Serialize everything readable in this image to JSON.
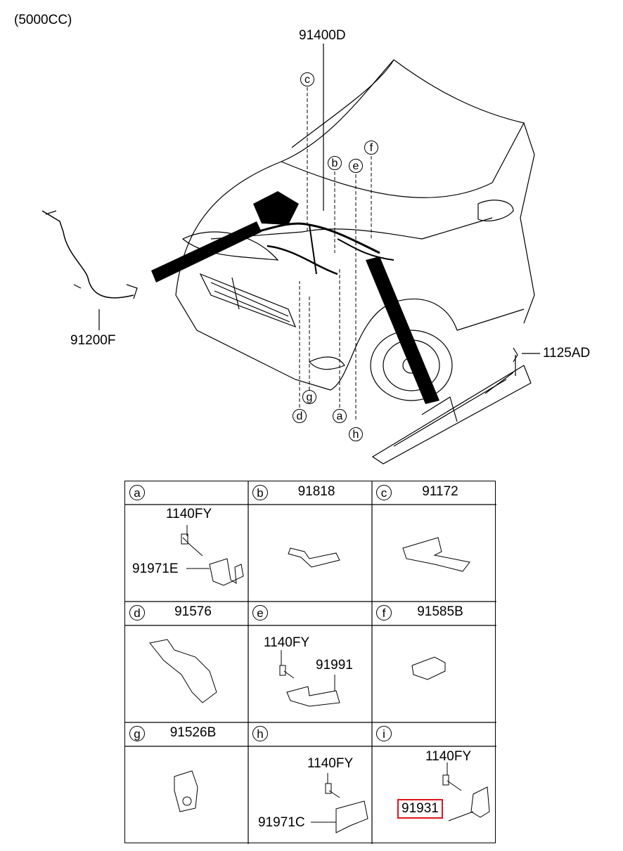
{
  "engine_note": "(5000CC)",
  "main_callouts": {
    "harness": "91400D",
    "battery_cable": "91200F",
    "bolt": "1125AD"
  },
  "locators": [
    "a",
    "b",
    "c",
    "d",
    "e",
    "f",
    "g",
    "h"
  ],
  "table": {
    "cells": [
      {
        "letter": "a",
        "part": "",
        "sub_labels": [
          "1140FY",
          "91971E"
        ]
      },
      {
        "letter": "b",
        "part": "91818",
        "sub_labels": []
      },
      {
        "letter": "c",
        "part": "91172",
        "sub_labels": []
      },
      {
        "letter": "d",
        "part": "91576",
        "sub_labels": []
      },
      {
        "letter": "e",
        "part": "",
        "sub_labels": [
          "1140FY",
          "91991"
        ]
      },
      {
        "letter": "f",
        "part": "91585B",
        "sub_labels": []
      },
      {
        "letter": "g",
        "part": "91526B",
        "sub_labels": []
      },
      {
        "letter": "h",
        "part": "",
        "sub_labels": [
          "1140FY",
          "91971C"
        ]
      },
      {
        "letter": "i",
        "part": "",
        "sub_labels": [
          "1140FY",
          "91931"
        ]
      }
    ],
    "highlighted_part": "91931",
    "highlight_color": "#e0141c"
  }
}
